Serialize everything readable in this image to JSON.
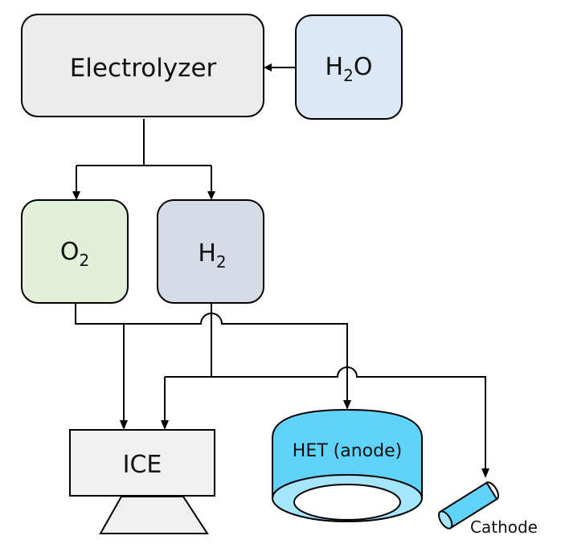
{
  "diagram": {
    "title": "",
    "nodes": {
      "electrolyzer": {
        "label": "Electrolyzer",
        "fill": "#ececec"
      },
      "water": {
        "label_main": "H",
        "label_sub": "2",
        "label_tail": "O",
        "fill": "#dce8f5"
      },
      "oxygen": {
        "label_main": "O",
        "label_sub": "2",
        "fill": "#e2efd9"
      },
      "hydrogen": {
        "label_main": "H",
        "label_sub": "2",
        "fill": "#d6dce5"
      },
      "ice": {
        "label": "ICE",
        "fill": "#f0f0f0"
      },
      "het": {
        "label": "HET (anode)",
        "fill": "#61d2fa",
        "ring_fill": "#a6e6fd"
      },
      "cathode": {
        "label": "Cathode",
        "fill": "#61d2fa"
      }
    },
    "edges": [
      {
        "from": "H2O",
        "to": "Electrolyzer"
      },
      {
        "from": "Electrolyzer",
        "to": "O2"
      },
      {
        "from": "Electrolyzer",
        "to": "H2"
      },
      {
        "from": "O2",
        "to": "ICE"
      },
      {
        "from": "O2",
        "to": "HET (anode)"
      },
      {
        "from": "H2",
        "to": "ICE"
      },
      {
        "from": "H2",
        "to": "Cathode"
      }
    ]
  }
}
